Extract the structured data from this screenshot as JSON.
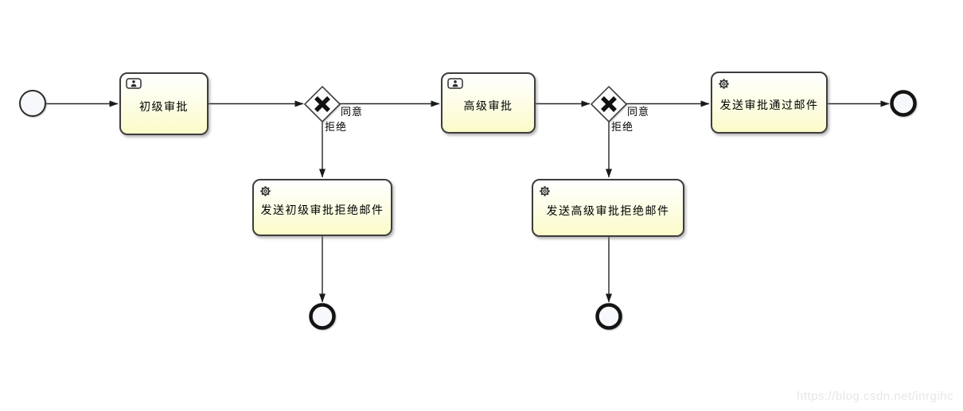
{
  "diagram": {
    "type": "bpmn-process-flow",
    "background": "#ffffff",
    "watermark": "https://blog.csdn.net/inrgihc",
    "colors": {
      "task_fill_top": "#ffffff",
      "task_fill_bottom": "#fbfbc9",
      "task_border": "#3d3d3d",
      "connector": "#262626",
      "event_fill": "#f7f8fc",
      "watermark_text": "#e7e7e7"
    },
    "nodes": {
      "start_event": {
        "kind": "start-event"
      },
      "task_initial": {
        "label": "初级审批",
        "icon": "user-icon",
        "kind": "user-task"
      },
      "gateway_after_initial": {
        "kind": "exclusive-gateway",
        "icon": "x-mark-icon"
      },
      "task_senior": {
        "label": "高级审批",
        "icon": "user-icon",
        "kind": "user-task"
      },
      "gateway_after_senior": {
        "kind": "exclusive-gateway",
        "icon": "x-mark-icon"
      },
      "task_send_pass": {
        "label": "发送审批通过邮件",
        "icon": "gear-icon",
        "kind": "service-task"
      },
      "task_send_initial_reject": {
        "label": "发送初级审批拒绝邮件",
        "icon": "gear-icon",
        "kind": "service-task"
      },
      "task_send_senior_reject": {
        "label": "发送高级审批拒绝邮件",
        "icon": "gear-icon",
        "kind": "service-task"
      },
      "end_event_main": {
        "kind": "end-event"
      },
      "end_event_initial_reject": {
        "kind": "end-event"
      },
      "end_event_senior_reject": {
        "kind": "end-event"
      }
    },
    "flow_labels": {
      "initial_agree": "同意",
      "initial_reject": "拒绝",
      "senior_agree": "同意",
      "senior_reject": "拒绝"
    }
  }
}
